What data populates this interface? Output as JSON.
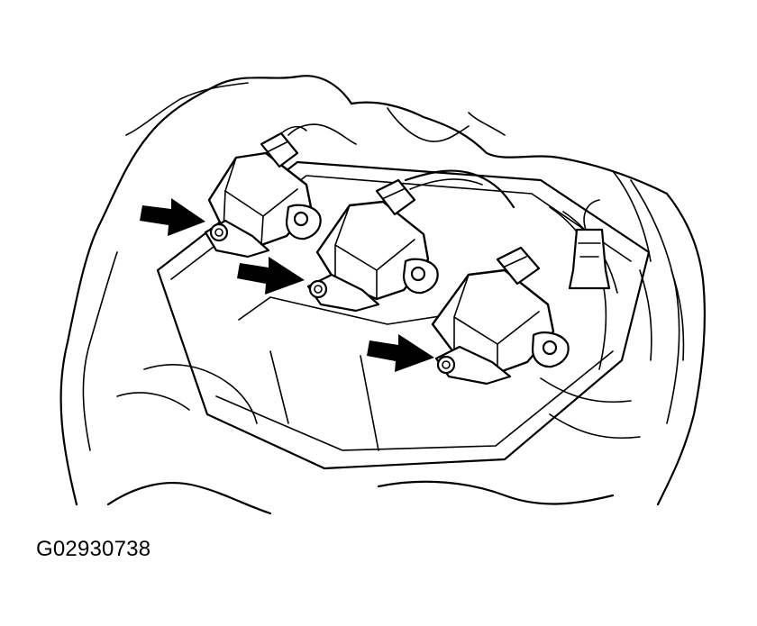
{
  "figure": {
    "id_label": "G02930738",
    "colors": {
      "line": "#000000",
      "background": "#ffffff"
    },
    "parts": [
      "ignition-coil",
      "ignition-coil",
      "ignition-coil",
      "coil-bolt",
      "coil-bolt",
      "coil-bolt"
    ],
    "pointer_count": 3
  }
}
